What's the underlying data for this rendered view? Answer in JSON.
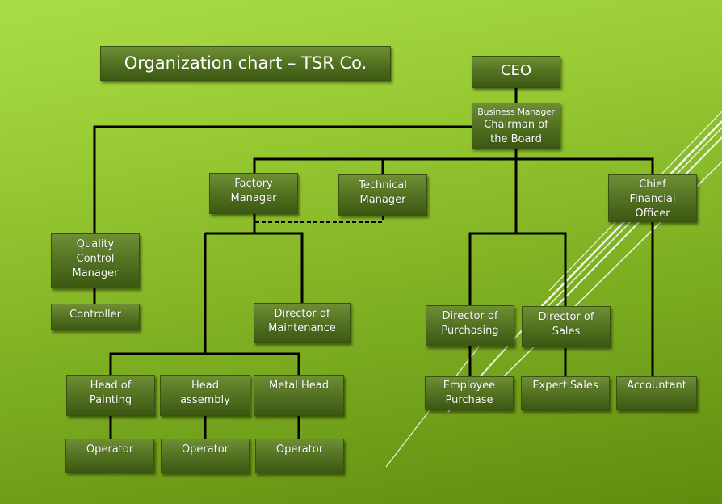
{
  "title": "Organization chart – TSR Co.",
  "colors": {
    "background_light": "#a9dd45",
    "background_dark": "#5f8c0e",
    "box_top": "#6e8f35",
    "box_bottom": "#3c5812",
    "connector": "#000000",
    "text": "#ffffff"
  },
  "nodes": {
    "ceo": [
      "CEO"
    ],
    "chairman": [
      "Business Manager",
      "Chairman of",
      "the Board"
    ],
    "factory_manager": [
      "Factory",
      "Manager"
    ],
    "technical_manager": [
      "Technical",
      "Manager"
    ],
    "cfo": [
      "Chief",
      "Financial",
      "Officer"
    ],
    "quality_control_manager": [
      "Quality",
      "Control",
      "Manager"
    ],
    "controller": [
      "Controller"
    ],
    "director_maintenance": [
      "Director of",
      "Maintenance"
    ],
    "director_purchasing": [
      "Director of",
      "Purchasing"
    ],
    "director_sales": [
      "Director of",
      "Sales"
    ],
    "head_painting": [
      "Head of",
      "Painting"
    ],
    "head_assembly": [
      "Head",
      "assembly"
    ],
    "metal_head": [
      "Metal Head"
    ],
    "operator_painting": [
      "Operator"
    ],
    "operator_assembly": [
      "Operator"
    ],
    "operator_metal": [
      "Operator"
    ],
    "employee_purchase": [
      "Employee",
      "Purchase"
    ],
    "expert_sales": [
      "Expert Sales"
    ],
    "accountant": [
      "Accountant"
    ]
  },
  "relations": [
    {
      "from": "ceo",
      "to": "chairman",
      "style": "solid"
    },
    {
      "from": "chairman",
      "to": "quality_control_manager",
      "style": "solid"
    },
    {
      "from": "chairman",
      "to": "factory_manager",
      "style": "solid"
    },
    {
      "from": "chairman",
      "to": "technical_manager",
      "style": "solid"
    },
    {
      "from": "chairman",
      "to": "cfo",
      "style": "solid"
    },
    {
      "from": "chairman",
      "to": "director_purchasing",
      "style": "solid"
    },
    {
      "from": "chairman",
      "to": "director_sales",
      "style": "solid"
    },
    {
      "from": "factory_manager",
      "to": "technical_manager",
      "style": "dashed"
    },
    {
      "from": "quality_control_manager",
      "to": "controller",
      "style": "solid"
    },
    {
      "from": "factory_manager",
      "to": "director_maintenance",
      "style": "solid"
    },
    {
      "from": "factory_manager",
      "to": "head_painting",
      "style": "solid"
    },
    {
      "from": "factory_manager",
      "to": "head_assembly",
      "style": "solid"
    },
    {
      "from": "factory_manager",
      "to": "metal_head",
      "style": "solid"
    },
    {
      "from": "head_painting",
      "to": "operator_painting",
      "style": "solid"
    },
    {
      "from": "head_assembly",
      "to": "operator_assembly",
      "style": "solid"
    },
    {
      "from": "metal_head",
      "to": "operator_metal",
      "style": "solid"
    },
    {
      "from": "director_purchasing",
      "to": "employee_purchase",
      "style": "solid"
    },
    {
      "from": "director_sales",
      "to": "expert_sales",
      "style": "solid"
    },
    {
      "from": "cfo",
      "to": "accountant",
      "style": "solid"
    }
  ]
}
